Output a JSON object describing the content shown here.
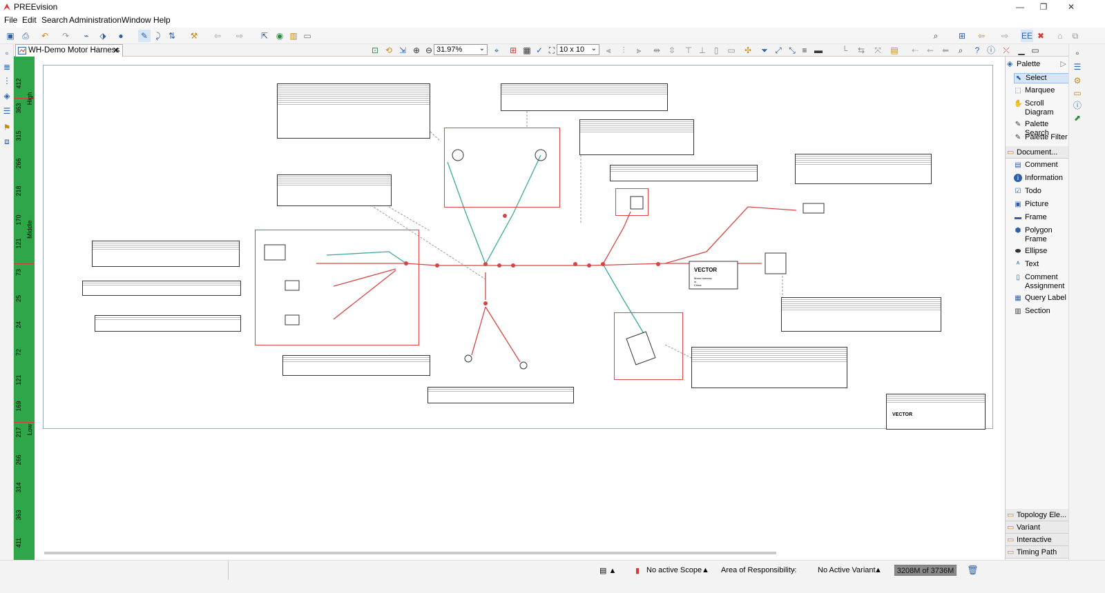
{
  "window": {
    "title": "PREEvision",
    "controls": [
      "—",
      "❐",
      "✕"
    ]
  },
  "menu": [
    "File",
    "Edit",
    "Search",
    "Administration",
    "Window",
    "Help"
  ],
  "editor_tab": {
    "label": "WH-Demo Motor Harness",
    "close": "✕"
  },
  "zoom": {
    "value": "31.97%"
  },
  "grid": {
    "value": "10 x 10"
  },
  "ruler": {
    "zones": [
      "High",
      "Middle",
      "Low"
    ],
    "ticks": [
      "412",
      "363",
      "315",
      "266",
      "218",
      "170",
      "121",
      "73",
      "25",
      "24",
      "72",
      "121",
      "169",
      "217",
      "266",
      "314",
      "363",
      "411"
    ]
  },
  "palette": {
    "title": "Palette",
    "tools": [
      "Select",
      "Marquee",
      "Scroll Diagram",
      "Palette Search",
      "Palette Filter"
    ],
    "drawer_document": "Document...",
    "document_items": [
      "Comment",
      "Information",
      "Todo",
      "Picture",
      "Frame",
      "Polygon Frame",
      "Ellipse",
      "Text",
      "Comment Assignment",
      "Query Label",
      "Section"
    ],
    "bottom_drawers": [
      "Topology Ele...",
      "Variant Condit...",
      "Interactive",
      "Timing Path"
    ]
  },
  "diagram": {
    "brand": "VECTOR",
    "brand_sub": "Motor harness\nin\nChina",
    "legend_brand": "VECTOR"
  },
  "status": {
    "scope": "No active Scope",
    "area": "Area of Responsibility:",
    "area_value": "-",
    "variant": "No Active Variant",
    "heap": "3208M of 3736M"
  },
  "colors": {
    "accent": "#2fa64a",
    "wire": "#d64545",
    "teal": "#3aa89a",
    "frame": "#e34545"
  }
}
